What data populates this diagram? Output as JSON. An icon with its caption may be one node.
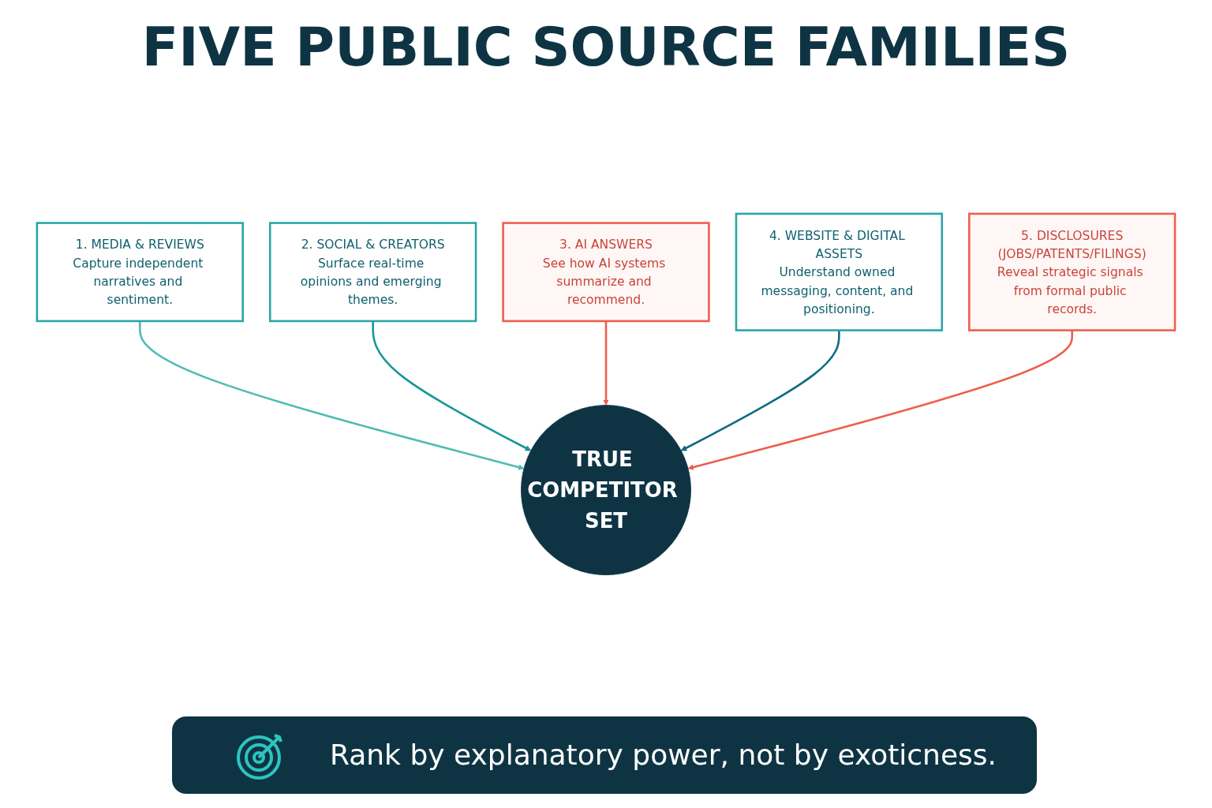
{
  "diagram": {
    "title": "FIVE PUBLIC SOURCE FAMILIES",
    "nodes": [
      {
        "text": [
          "1. MEDIA & REVIEWS",
          "Capture independent narratives and sentiment."
        ]
      },
      {
        "text": [
          "2. SOCIAL & CREATORS",
          "Surface real-time opinions and emerging themes."
        ]
      },
      {
        "text": [
          "3. AI ANSWERS",
          "See how AI systems summarize and recommend."
        ]
      },
      {
        "text": [
          "4. WEBSITE & DIGITAL ASSETS",
          "Understand owned messaging, content, and positioning."
        ]
      },
      {
        "text": [
          "5. DISCLOSURES",
          "(JOBS/PATENTS/FILINGS)",
          "Reveal strategic signals from formal public records."
        ]
      },
      {
        "text": [
          "TRUE COMPETITOR SET"
        ]
      }
    ],
    "edges": [
      {
        "from": 0,
        "to": 5,
        "arrow": "to",
        "color": "#4fbcb4"
      },
      {
        "from": 1,
        "to": 5,
        "arrow": "to",
        "color": "#17979a"
      },
      {
        "from": 2,
        "to": 5,
        "arrow": "to",
        "color": "#ee5e4c"
      },
      {
        "from": 3,
        "to": 5,
        "arrow": "to",
        "color": "#0e6a80"
      },
      {
        "from": 4,
        "to": 5,
        "arrow": "to",
        "color": "#ee5e4c"
      }
    ],
    "labels": [
      "Rank by explanatory power, not by exoticness."
    ]
  }
}
